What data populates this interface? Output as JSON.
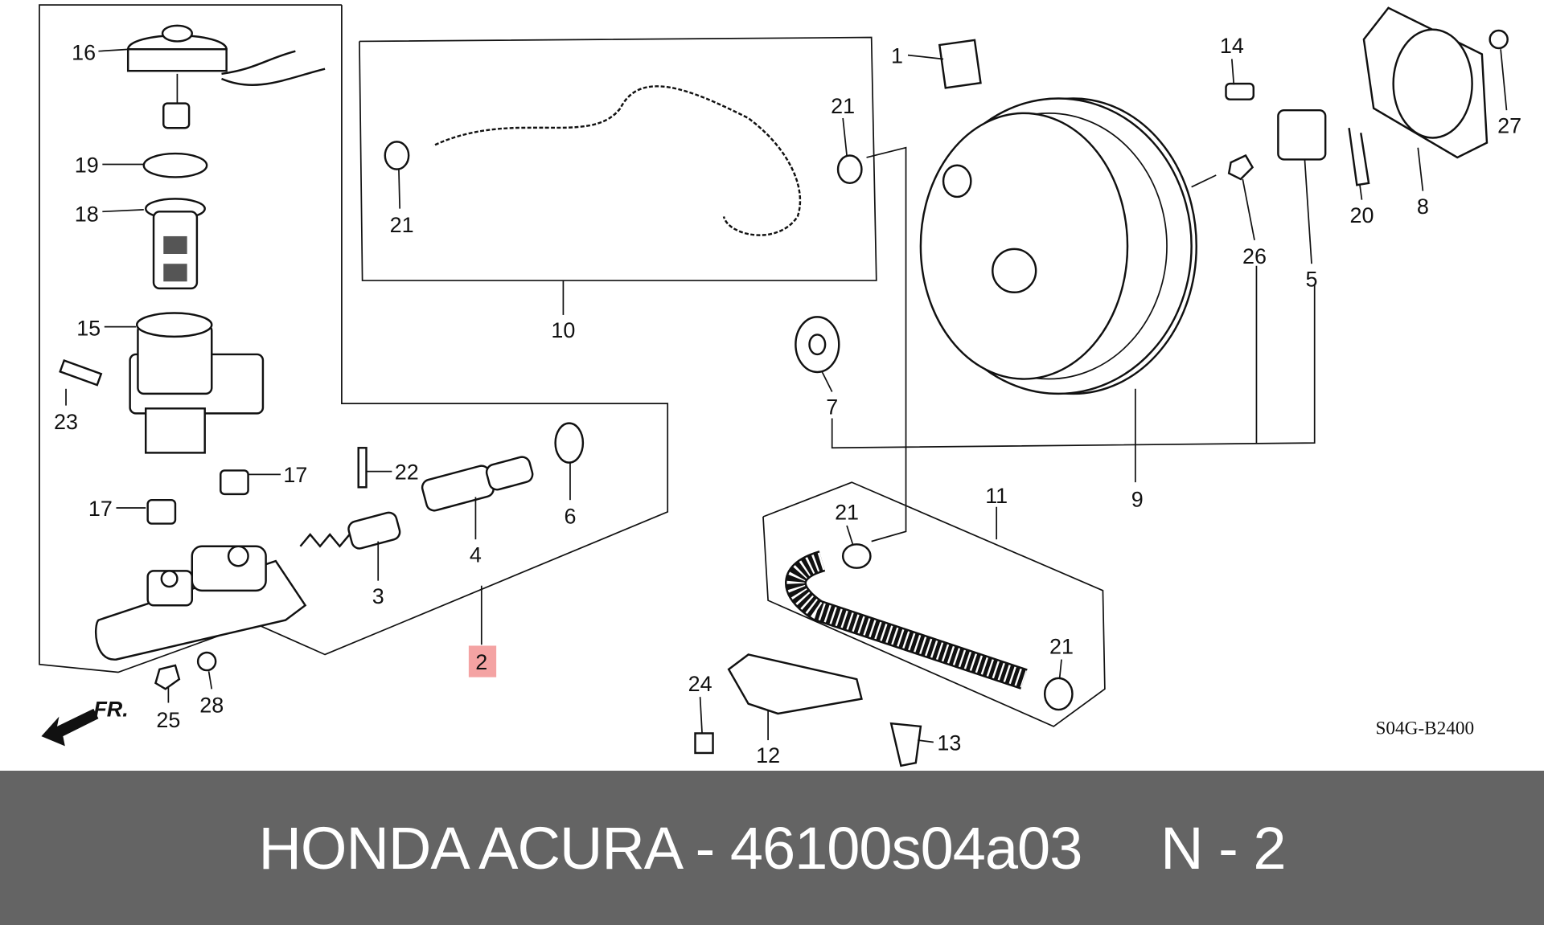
{
  "diagram": {
    "code": "S04G-B2400",
    "front_marker": "FR.",
    "highlight_color": "#f4a3a3",
    "callouts": {
      "c16": "16",
      "c19": "19",
      "c18": "18",
      "c15": "15",
      "c23": "23",
      "c17a": "17",
      "c17b": "17",
      "c22": "22",
      "c3": "3",
      "c4": "4",
      "c6": "6",
      "c2": "2",
      "c25": "25",
      "c28": "28",
      "c10": "10",
      "c21a": "21",
      "c21b": "21",
      "c1": "1",
      "c7": "7",
      "c9": "9",
      "c14": "14",
      "c26": "26",
      "c5": "5",
      "c20": "20",
      "c8": "8",
      "c27": "27",
      "c11": "11",
      "c21c": "21",
      "c21d": "21",
      "c24": "24",
      "c12": "12",
      "c13": "13"
    },
    "highlighted_part": "2"
  },
  "footer": {
    "title": "HONDA ACURA - 46100s04a03     N - 2",
    "background": "#646464"
  }
}
